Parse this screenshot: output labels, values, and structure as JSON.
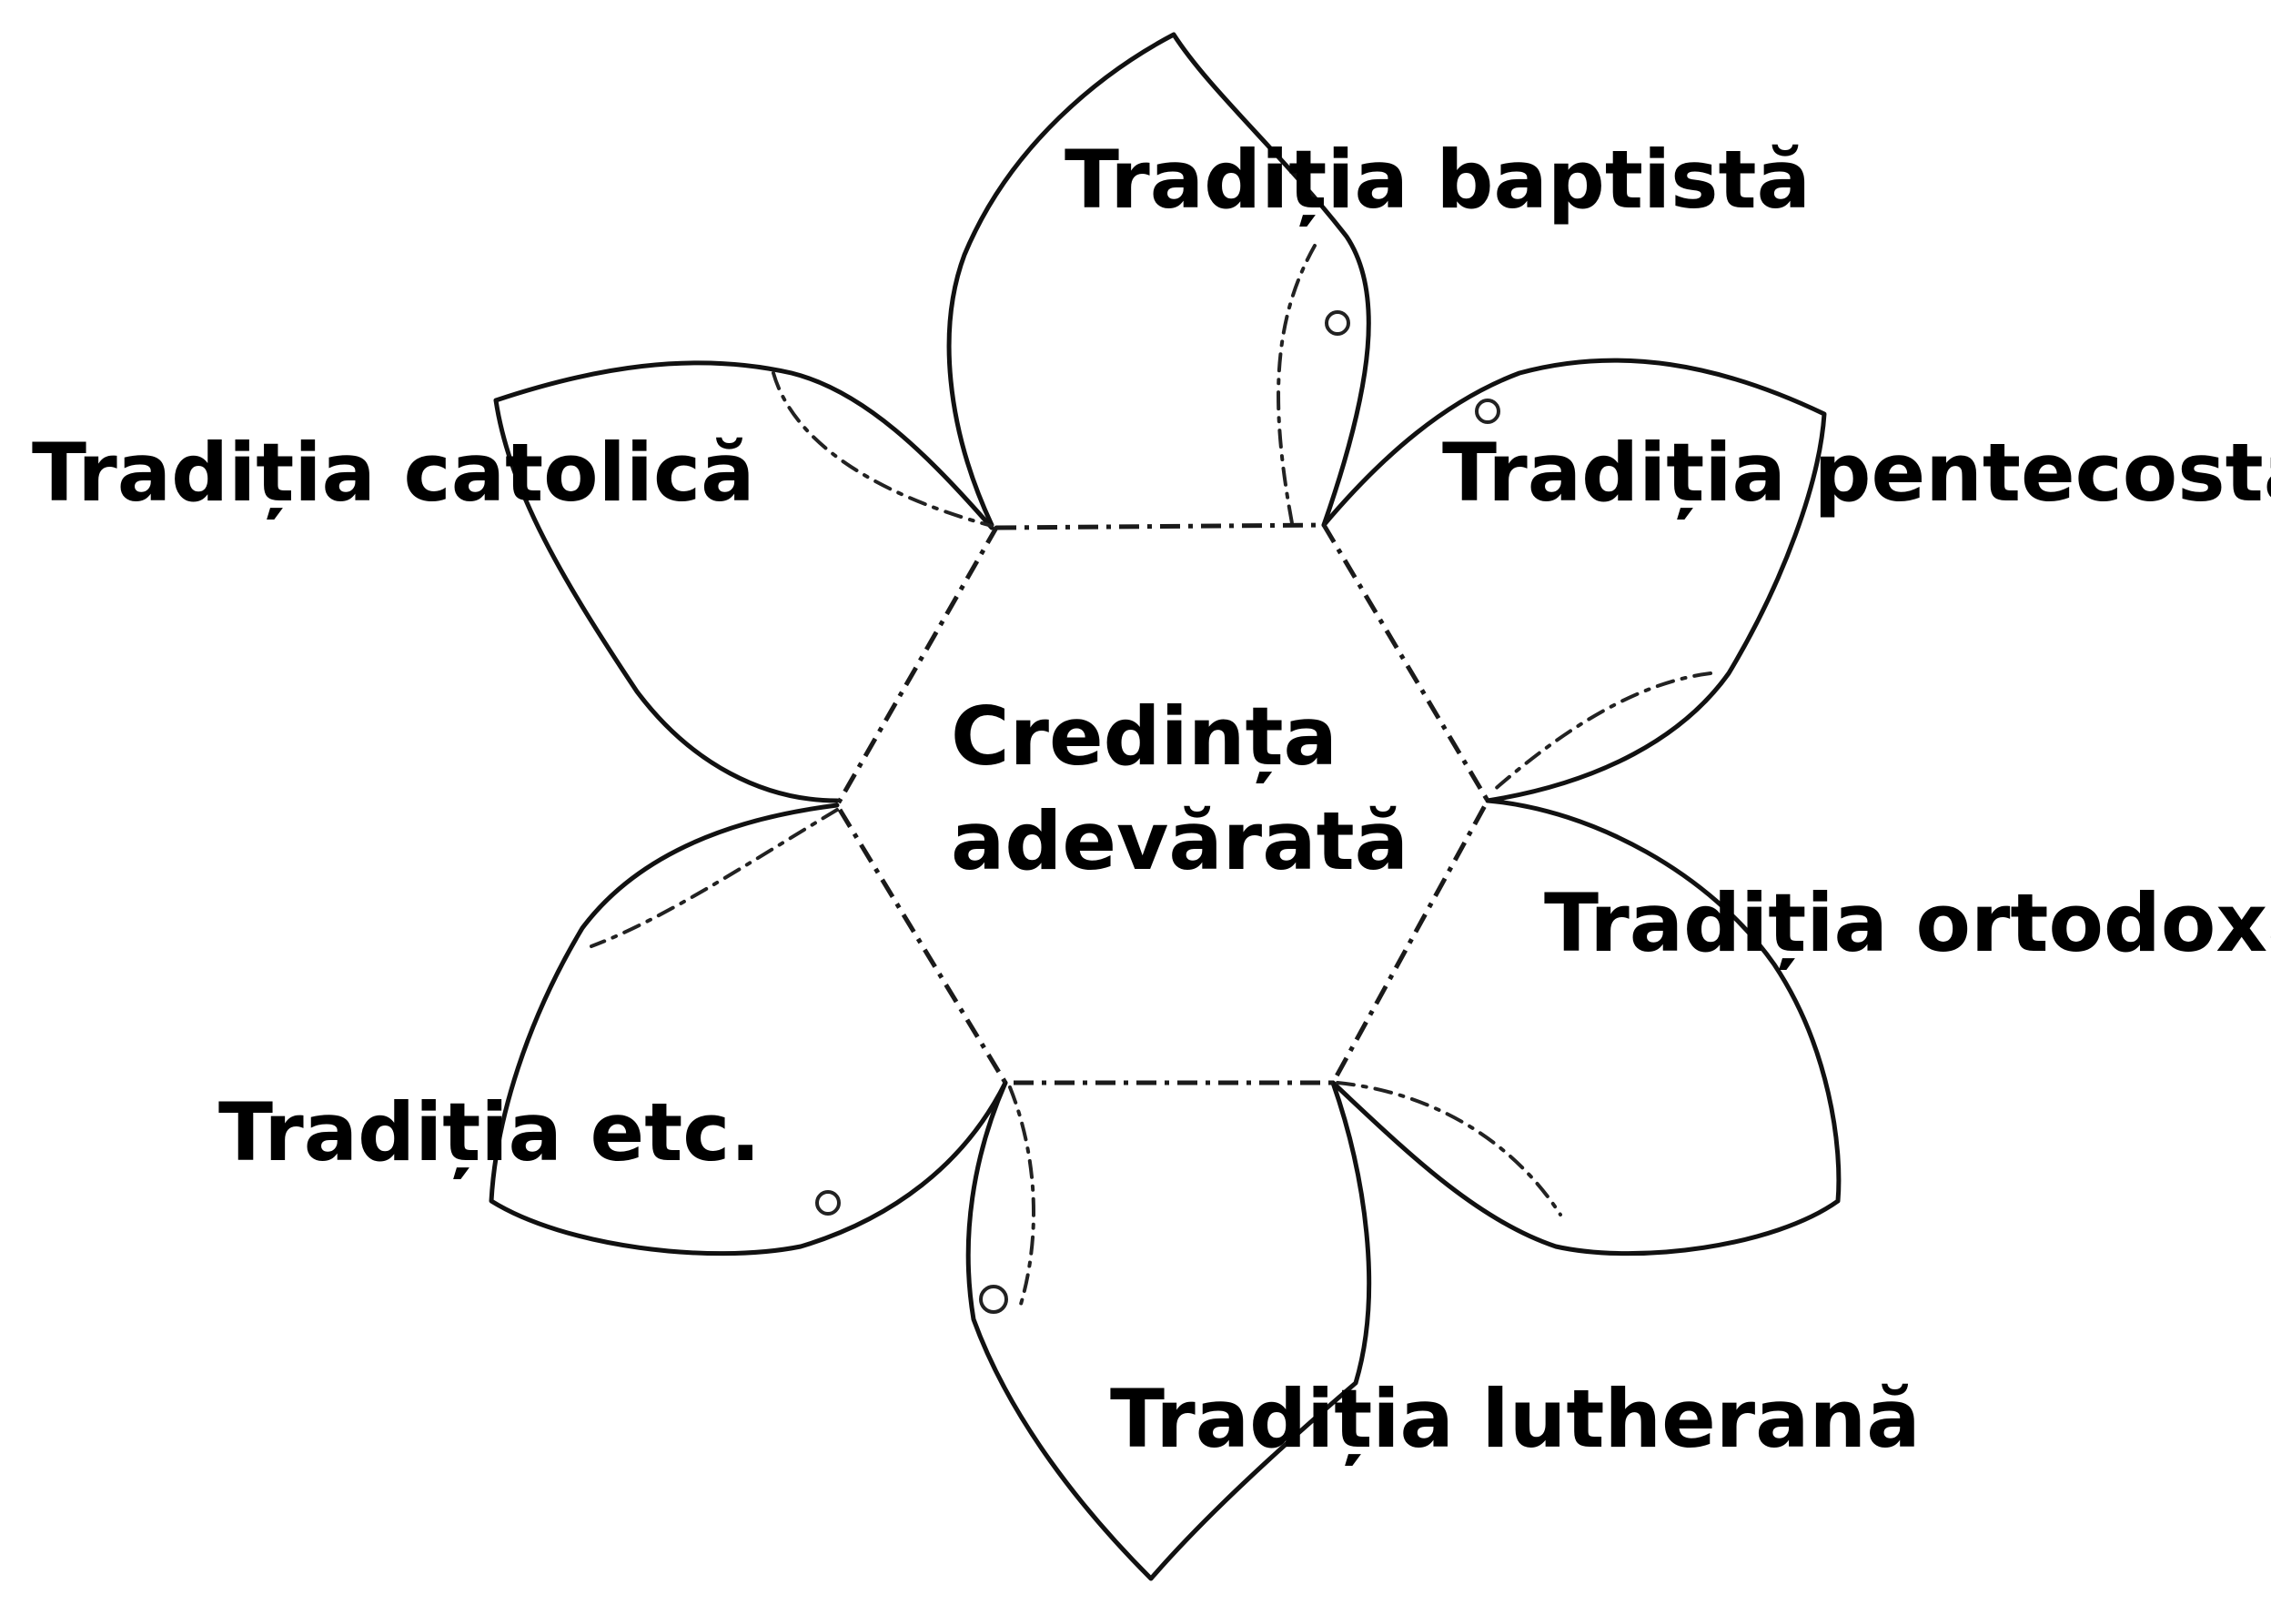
{
  "center": {
    "line1": "Credința",
    "line2": "adevărată"
  },
  "petals": {
    "top": "Tradiția baptistă",
    "upper_left": "Tradiția catolică",
    "upper_right": "Tradiția pentecostală",
    "lower_right": "Tradiția ortodoxă",
    "lower_left": "Tradiția etc.",
    "bottom": "Tradiția lutherană"
  }
}
